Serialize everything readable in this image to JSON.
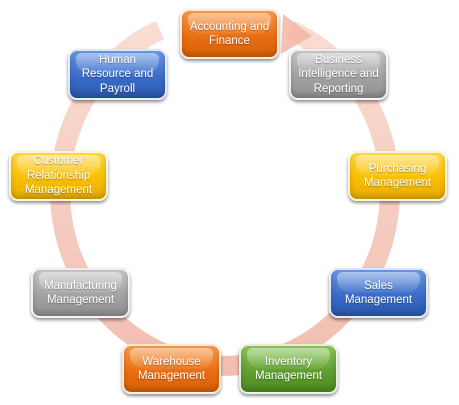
{
  "diagram": {
    "nodes": [
      {
        "id": "accounting",
        "label": "Accounting and\nFinance",
        "color": "#ec7220"
      },
      {
        "id": "bi",
        "label": "Business\nIntelligence and\nReporting",
        "color": "#a5a5a5"
      },
      {
        "id": "purchasing",
        "label": "Purchasing\nManagement",
        "color": "#fcc000"
      },
      {
        "id": "sales",
        "label": "Sales\nManagement",
        "color": "#3e70cb"
      },
      {
        "id": "inventory",
        "label": "Inventory\nManagement",
        "color": "#62a234"
      },
      {
        "id": "warehouse",
        "label": "Warehouse\nManagement",
        "color": "#ec7220"
      },
      {
        "id": "manufacturing",
        "label": "Manufacturing\nManagement",
        "color": "#a5a5a5"
      },
      {
        "id": "crm",
        "label": "Customer\nRelationship\nManagement",
        "color": "#fcc000"
      },
      {
        "id": "hr",
        "label": "Human\nResource and\nPayroll",
        "color": "#3e70cb"
      }
    ],
    "cycle_arrow_color": "#f2b8a8"
  }
}
